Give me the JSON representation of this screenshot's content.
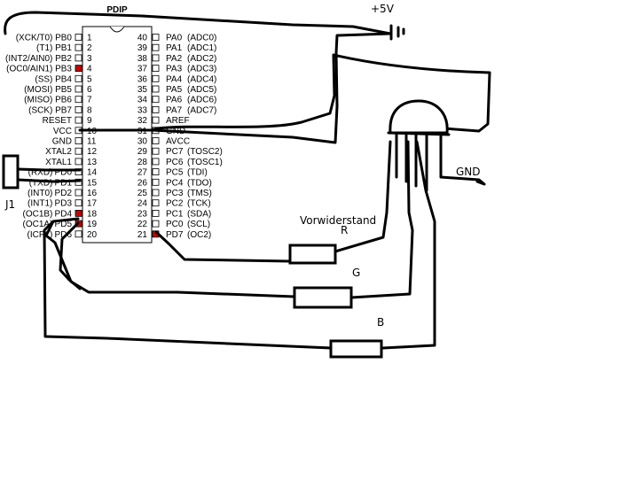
{
  "chip": {
    "package": "PDIP",
    "left_pins": [
      {
        "num": "1",
        "name": "PB0",
        "alt": "(XCK/T0)",
        "marked": false
      },
      {
        "num": "2",
        "name": "PB1",
        "alt": "(T1)",
        "marked": false
      },
      {
        "num": "3",
        "name": "PB2",
        "alt": "(INT2/AIN0)",
        "marked": false
      },
      {
        "num": "4",
        "name": "PB3",
        "alt": "(OC0/AIN1)",
        "marked": true
      },
      {
        "num": "5",
        "name": "PB4",
        "alt": "(SS)",
        "marked": false
      },
      {
        "num": "6",
        "name": "PB5",
        "alt": "(MOSI)",
        "marked": false
      },
      {
        "num": "7",
        "name": "PB6",
        "alt": "(MISO)",
        "marked": false
      },
      {
        "num": "8",
        "name": "PB7",
        "alt": "(SCK)",
        "marked": false
      },
      {
        "num": "9",
        "name": "RESET",
        "alt": "",
        "marked": false
      },
      {
        "num": "10",
        "name": "VCC",
        "alt": "",
        "marked": false
      },
      {
        "num": "11",
        "name": "GND",
        "alt": "",
        "marked": false
      },
      {
        "num": "12",
        "name": "XTAL2",
        "alt": "",
        "marked": false
      },
      {
        "num": "13",
        "name": "XTAL1",
        "alt": "",
        "marked": false
      },
      {
        "num": "14",
        "name": "PD0",
        "alt": "(RXD)",
        "marked": false
      },
      {
        "num": "15",
        "name": "PD1",
        "alt": "(TXD)",
        "marked": false
      },
      {
        "num": "16",
        "name": "PD2",
        "alt": "(INT0)",
        "marked": false
      },
      {
        "num": "17",
        "name": "PD3",
        "alt": "(INT1)",
        "marked": false
      },
      {
        "num": "18",
        "name": "PD4",
        "alt": "(OC1B)",
        "marked": true
      },
      {
        "num": "19",
        "name": "PD5",
        "alt": "(OC1A)",
        "marked": true
      },
      {
        "num": "20",
        "name": "PD6",
        "alt": "(ICP1)",
        "marked": false
      }
    ],
    "right_pins": [
      {
        "num": "40",
        "name": "PA0",
        "alt": "(ADC0)",
        "marked": false
      },
      {
        "num": "39",
        "name": "PA1",
        "alt": "(ADC1)",
        "marked": false
      },
      {
        "num": "38",
        "name": "PA2",
        "alt": "(ADC2)",
        "marked": false
      },
      {
        "num": "37",
        "name": "PA3",
        "alt": "(ADC3)",
        "marked": false
      },
      {
        "num": "36",
        "name": "PA4",
        "alt": "(ADC4)",
        "marked": false
      },
      {
        "num": "35",
        "name": "PA5",
        "alt": "(ADC5)",
        "marked": false
      },
      {
        "num": "34",
        "name": "PA6",
        "alt": "(ADC6)",
        "marked": false
      },
      {
        "num": "33",
        "name": "PA7",
        "alt": "(ADC7)",
        "marked": false
      },
      {
        "num": "32",
        "name": "AREF",
        "alt": "",
        "marked": false
      },
      {
        "num": "31",
        "name": "GND",
        "alt": "",
        "marked": false
      },
      {
        "num": "30",
        "name": "AVCC",
        "alt": "",
        "marked": false
      },
      {
        "num": "29",
        "name": "PC7",
        "alt": "(TOSC2)",
        "marked": false
      },
      {
        "num": "28",
        "name": "PC6",
        "alt": "(TOSC1)",
        "marked": false
      },
      {
        "num": "27",
        "name": "PC5",
        "alt": "(TDI)",
        "marked": false
      },
      {
        "num": "26",
        "name": "PC4",
        "alt": "(TDO)",
        "marked": false
      },
      {
        "num": "25",
        "name": "PC3",
        "alt": "(TMS)",
        "marked": false
      },
      {
        "num": "24",
        "name": "PC2",
        "alt": "(TCK)",
        "marked": false
      },
      {
        "num": "23",
        "name": "PC1",
        "alt": "(SDA)",
        "marked": false
      },
      {
        "num": "22",
        "name": "PC0",
        "alt": "(SCL)",
        "marked": false
      },
      {
        "num": "21",
        "name": "PD7",
        "alt": "(OC2)",
        "marked": true
      }
    ],
    "marker_color": "#cc0000"
  },
  "labels": {
    "supply": "+5V",
    "ground": "GND",
    "connector": "J1",
    "resistor_heading": "Vorwiderstand",
    "red": "R",
    "green": "G",
    "blue": "B"
  }
}
